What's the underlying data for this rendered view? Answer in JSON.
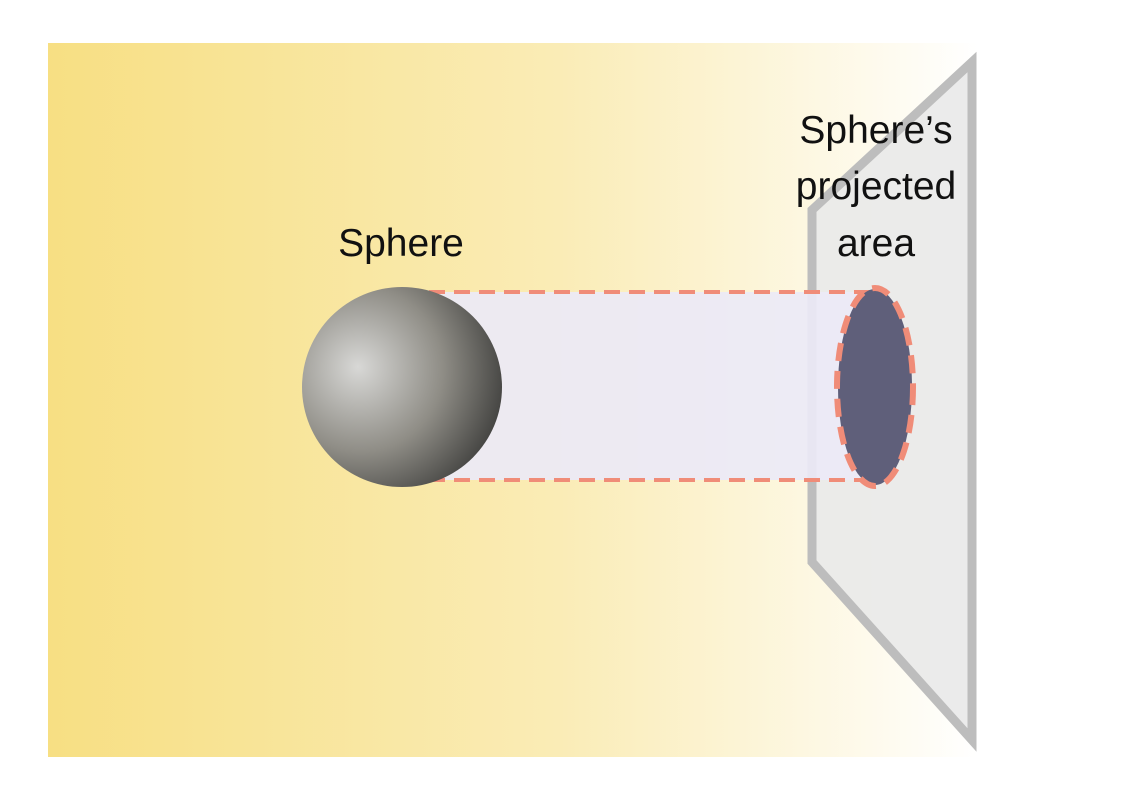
{
  "labels": {
    "sphere": "Sphere",
    "projected_line1": "Sphere’s",
    "projected_line2": "projected",
    "projected_line3": "area"
  },
  "colors": {
    "background_left": "#f7df83",
    "background_right": "#ffffff",
    "sphere_light": "#d8d8d6",
    "sphere_mid": "#8f8d86",
    "sphere_dark": "#3e3e3c",
    "beam_fill": "#ece9f6",
    "dashed_outline": "#f08c78",
    "projected_area_fill": "#5f5f7a",
    "plane_fill": "#e9e9e9",
    "plane_stroke": "#bdbdbd"
  }
}
